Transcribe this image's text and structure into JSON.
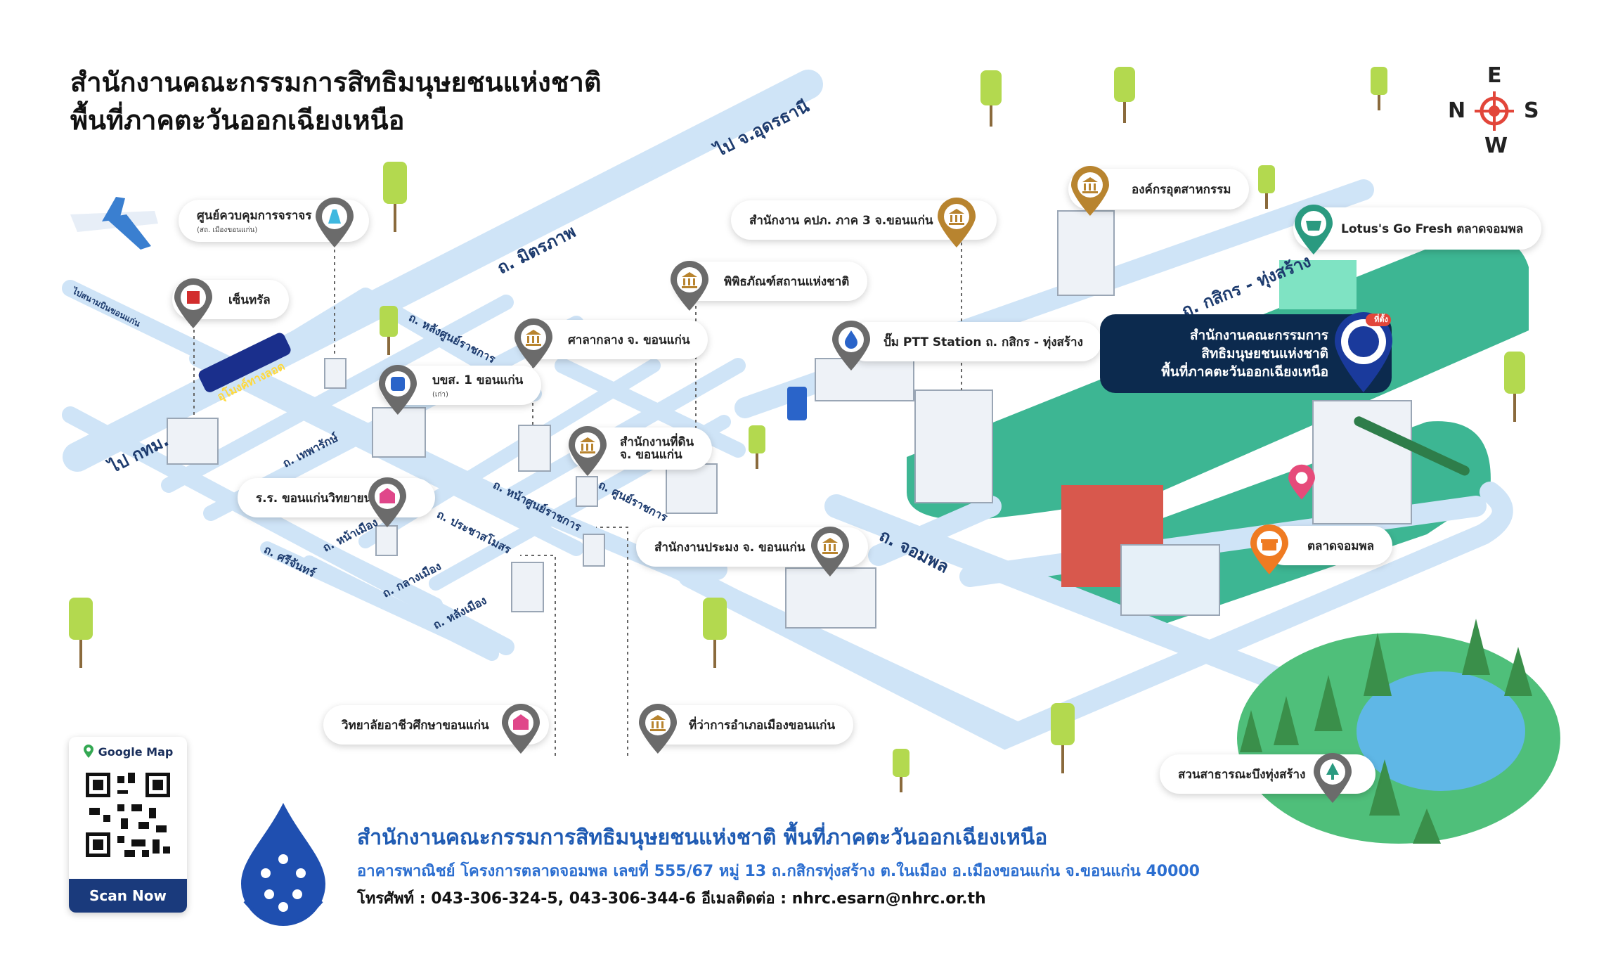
{
  "title": {
    "line1": "สำนักงานคณะกรรมการสิทธิมนุษยชนแห่งชาติ",
    "line2": "พื้นที่ภาคตะวันออกเฉียงเหนือ"
  },
  "compass": {
    "n": "N",
    "e": "E",
    "s": "S",
    "w": "W"
  },
  "roads": {
    "udon": "ไป จ.อุดรธานี",
    "mittraphap": "ถ. มิตรภาพ",
    "bangkok": "ไป กทม.",
    "airport": "ไปสนามบินขอนแก่น",
    "lang_sunrachakan": "ถ. หลังศูนย์ราชการ",
    "thepharak": "ถ. เทพารักษ์",
    "na_sunrachakan": "ถ. หน้าศูนย์ราชการ",
    "sunrachakan": "ถ. ศูนย์ราชการ",
    "prachasamosorn": "ถ. ประชาสโมสร",
    "na_mueang": "ถ. หน้าเมือง",
    "si_chan": "ถ. ศรีจันทร์",
    "klang_mueang": "ถ. กลางเมือง",
    "lang_mueang": "ถ. หลังเมือง",
    "chom_phon": "ถ. จอมพล",
    "kasikorn": "ถ. กสิกร - ทุ่งสร้าง",
    "tunnel": "อุโมงค์ทางลอด"
  },
  "places": {
    "traffic": "ศูนย์ควบคุมการจราจร",
    "traffic_sub": "(สถ. เมืองขอนแก่น)",
    "central": "เซ็นทรัล",
    "bus": "บขส. 1 ขอนแก่น",
    "bus_sub": "(เก่า)",
    "school": "ร.ร. ขอนแก่นวิทยายน",
    "court": "ศาลากลาง จ. ขอนแก่น",
    "museum": "พิพิธภัณฑ์สถานแห่งชาติ",
    "land": "สำนักงานที่ดิน\nจ. ขอนแก่น",
    "fishery": "สำนักงานประมง จ. ขอนแก่น",
    "ppc": "สำนักงาน คปภ. ภาค 3 จ.ขอนแก่น",
    "industry": "องค์กรอุตสาหกรรม",
    "ptt": "ปั๊ม PTT Station ถ. กสิกร - ทุ่งสร้าง",
    "lotus": "Lotus's Go Fresh ตลาดจอมพล",
    "market": "ตลาดจอมพล",
    "college": "วิทยาลัยอาชีวศึกษาขอนแก่น",
    "district": "ที่ว่าการอำเภอเมืองขอนแก่น",
    "park": "สวนสาธารณะบึงทุ่งสร้าง"
  },
  "hq": {
    "line1": "สำนักงานคณะกรรมการ",
    "line2": "สิทธิมนุษยชนแห่งชาติ",
    "line3": "พื้นที่ภาคตะวันออกเฉียงเหนือ",
    "badge": "ที่ตั้ง"
  },
  "qr": {
    "header": "Google Map",
    "button": "Scan Now"
  },
  "footer": {
    "org": "สำนักงานคณะกรรมการสิทธิมนุษยชนแห่งชาติ  พื้นที่ภาคตะวันออกเฉียงเหนือ",
    "address": "อาคารพาณิชย์ โครงการตลาดจอมพล   เลขที่ 555/67 หมู่ 13 ถ.กสิกรทุ่งสร้าง ต.ในเมือง อ.เมืองขอนแก่น จ.ขอนแก่น 40000",
    "contact": "โทรศัพท์ : 043-306-324-5, 043-306-344-6   อีเมลติดต่อ : nhrc.esarn@nhrc.or.th"
  },
  "colors": {
    "road": "#cfe4f7",
    "green": "#3db693",
    "navy": "#0c2a4e",
    "pin_gray": "#6b6b6b",
    "pin_gold": "#b8842f",
    "pin_teal": "#2a9a80",
    "pin_orange": "#ef7b22",
    "title_blue": "#1f5bb3"
  },
  "icons": {
    "pin_bank": "bank-icon",
    "pin_bus": "bus-icon",
    "pin_school": "school-icon",
    "pin_store": "store-icon",
    "pin_fuel": "fuel-icon",
    "pin_tree": "tree-icon",
    "plane": "airplane-icon"
  }
}
